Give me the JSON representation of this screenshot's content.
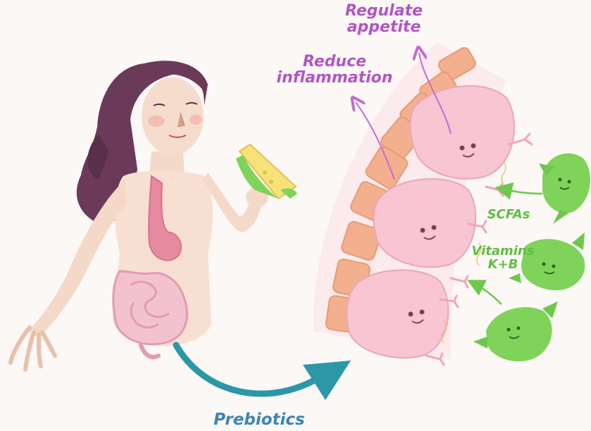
{
  "labels": {
    "regulate_line1": "Regulate",
    "regulate_line2": "appetite",
    "reduce_line1": "Reduce",
    "reduce_line2": "inflammation",
    "scfas": "SCFAs",
    "vitamins_line1": "Vitamins",
    "vitamins_line2": "K+B",
    "prebiotics": "Prebiotics"
  },
  "colors": {
    "purple_text": "#b255c6",
    "green_text": "#5fbe43",
    "blue_text": "#3d84b6",
    "skin": "#f5d9c8",
    "hair": "#6b3a58",
    "stomach": "#e68aa0",
    "intestine": "#efb7c4",
    "epithelial_cell": "#f7c6d2",
    "goblet_cell": "#f3b08f",
    "bacteria": "#7fd35a",
    "arrow_teal": "#2b97a8"
  },
  "icons": [
    "woman-figure",
    "sandwich-icon",
    "stomach-icon",
    "intestine-icon",
    "gut-wall",
    "bacteria-icon",
    "arrow-icon"
  ]
}
